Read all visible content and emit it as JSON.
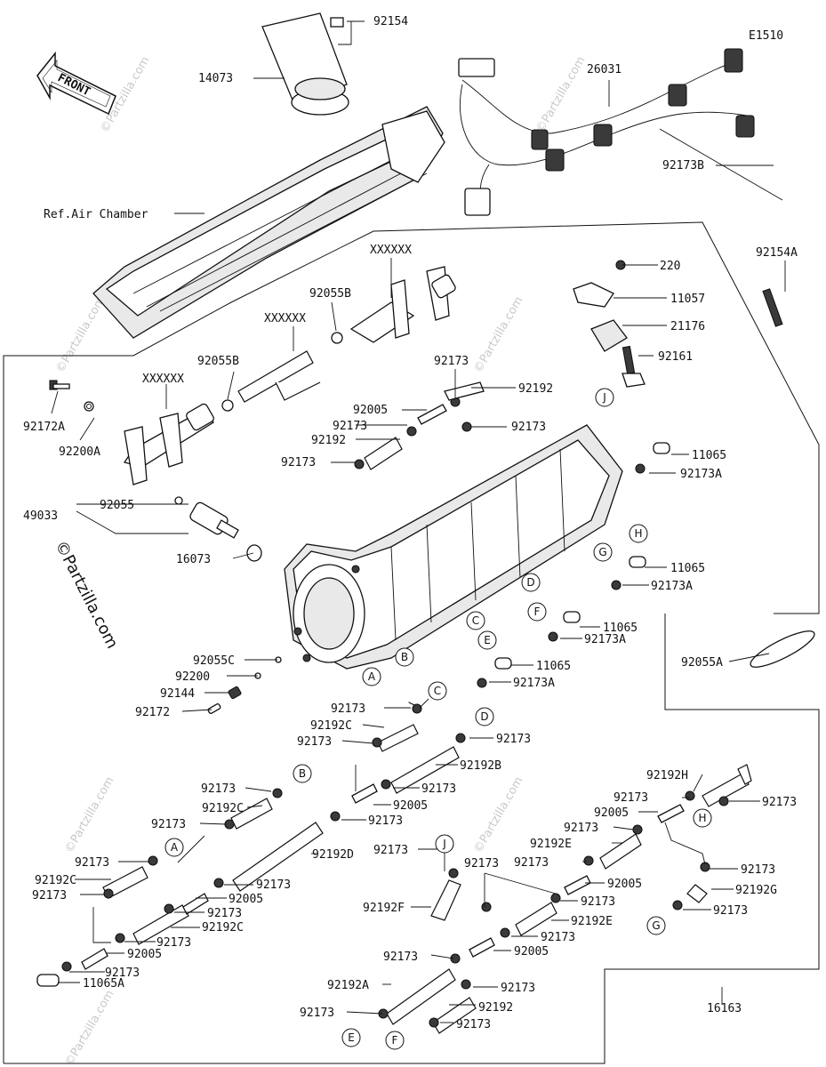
{
  "diagram_code": "E1510",
  "front_label": "FRONT",
  "watermark_text": "©Partzilla.com",
  "ref_label": "Ref.Air Chamber",
  "labels": {
    "p92154": "92154",
    "p14073": "14073",
    "p26031": "26031",
    "p92173B": "92173B",
    "p92154A": "92154A",
    "xx1": "XXXXXX",
    "p92055B_1": "92055B",
    "xx2": "XXXXXX",
    "p220": "220",
    "p11057": "11057",
    "p21176": "21176",
    "p92161": "92161",
    "p92055B_2": "92055B",
    "xx3": "XXXXXX",
    "p92172A": "92172A",
    "p92200A": "92200A",
    "p92173_a": "92173",
    "p92192_a": "92192",
    "p92005_a": "92005",
    "p92173_b": "92173",
    "p92173_c": "92173",
    "p92192_b": "92192",
    "p92173_d": "92173",
    "p11065_a": "11065",
    "p92173A_a": "92173A",
    "p49033": "49033",
    "p92055": "92055",
    "p16073": "16073",
    "p11065_b": "11065",
    "p92173A_b": "92173A",
    "p11065_c": "11065",
    "p92173A_c": "92173A",
    "p11065_d": "11065",
    "p92173A_d": "92173A",
    "p92055A": "92055A",
    "p92055C": "92055C",
    "p92200": "92200",
    "p92144": "92144",
    "p92172": "92172",
    "c_p92173_1": "92173",
    "c_p92192C_1": "92192C",
    "c_p92173_2": "92173",
    "d_p92173_1": "92173",
    "d_p92192B": "92192B",
    "d_p92173_2": "92173",
    "d_p92005": "92005",
    "d_p92173_3": "92173",
    "b_p92173_1": "92173",
    "b_p92192C": "92192C",
    "b_p92173_2": "92173",
    "b_p92192D": "92192D",
    "b_p92173_3": "92173",
    "b_p92005": "92005",
    "b_p92173_4": "92173",
    "b_p92192C_2": "92192C",
    "b_p92173_5": "92173",
    "a_p92173_1": "92173",
    "a_p92192C": "92192C",
    "a_p92173_2": "92173",
    "a_p92005": "92005",
    "a_p92173_3": "92173",
    "a_p11065A": "11065A",
    "h_p92192H": "92192H",
    "h_p92173_1": "92173",
    "h_p92173_2": "92173",
    "h_p92005": "92005",
    "h_p92173_3": "92173",
    "h_p92192E": "92192E",
    "h_p92173_4": "92173",
    "g_p92173_1": "92173",
    "g_p92192G": "92192G",
    "g_p92173_2": "92173",
    "j_p92173_1": "92173",
    "j_p92173_2": "92173",
    "j_p92192F": "92192F",
    "e_p92005": "92005",
    "e_p92173_1": "92173",
    "e_p92192E": "92192E",
    "e_p92173_2": "92173",
    "e_p92005_2": "92005",
    "e_p92173_3": "92173",
    "e_p92192A": "92192A",
    "e_p92173_4": "92173",
    "e_p92192": "92192",
    "e_p92173_5": "92173",
    "e_p92173_6": "92173",
    "p16163": "16163"
  },
  "connectors": [
    "A",
    "B",
    "C",
    "D",
    "E",
    "F",
    "G",
    "H",
    "J"
  ]
}
